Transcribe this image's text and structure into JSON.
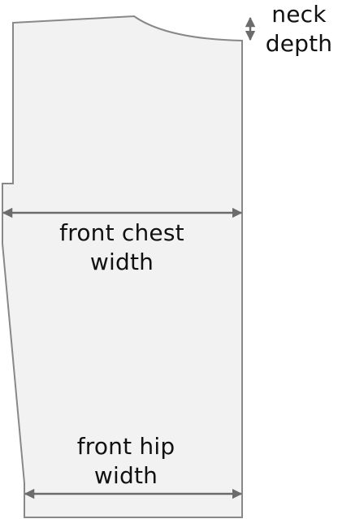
{
  "labels": {
    "neck_depth": [
      "neck",
      "depth"
    ],
    "front_chest_width": [
      "front chest",
      "width"
    ],
    "front_hip_width": [
      "front hip",
      "width"
    ]
  },
  "colors": {
    "panel_fill": "#f2f2f2",
    "outline": "#888888",
    "arrow": "#6b6b6b",
    "text": "#111111"
  }
}
